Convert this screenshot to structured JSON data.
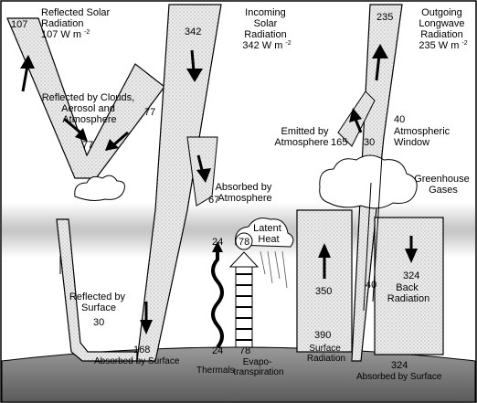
{
  "labels": {
    "reflected_solar": [
      "Reflected Solar",
      "Radiation",
      "107 W m"
    ],
    "incoming_solar": [
      "Incoming",
      "Solar",
      "Radiation",
      "342 W m"
    ],
    "outgoing_longwave": [
      "Outgoing",
      "Longwave",
      "Radiation",
      "235 W m"
    ],
    "reflected_clouds": [
      "Reflected by Clouds,",
      "Aerosol and",
      "Atmosphere"
    ],
    "absorbed_atmosphere": [
      "Absorbed by",
      "Atmosphere"
    ],
    "emitted_atmosphere": [
      "Emitted by",
      "Atmosphere"
    ],
    "atmospheric_window": [
      "Atmospheric",
      "Window"
    ],
    "greenhouse_gases": [
      "Greenhouse",
      "Gases"
    ],
    "latent_heat": [
      "Latent",
      "Heat"
    ],
    "reflected_surface": [
      "Reflected by",
      "Surface"
    ],
    "back_radiation": [
      "Back",
      "Radiation"
    ],
    "absorbed_surface_left": "Absorbed by Surface",
    "absorbed_surface_right": "Absorbed by Surface",
    "thermals": "Thermals",
    "evapotranspiration": [
      "Evapo-",
      "transpiration"
    ],
    "surface_radiation": [
      "Surface",
      "Radiation"
    ],
    "exponent": "-2"
  },
  "values": {
    "v107": "107",
    "v342": "342",
    "v235": "235",
    "v77a": "77",
    "v77b": "77",
    "v67": "67",
    "v165": "165",
    "v30a": "30",
    "v40a": "40",
    "v24a": "24",
    "v78a": "78",
    "v350": "350",
    "v40b": "40",
    "v324a": "324",
    "v30b": "30",
    "v168": "168",
    "v24b": "24",
    "v78b": "78",
    "v390": "390",
    "v324b": "324"
  }
}
